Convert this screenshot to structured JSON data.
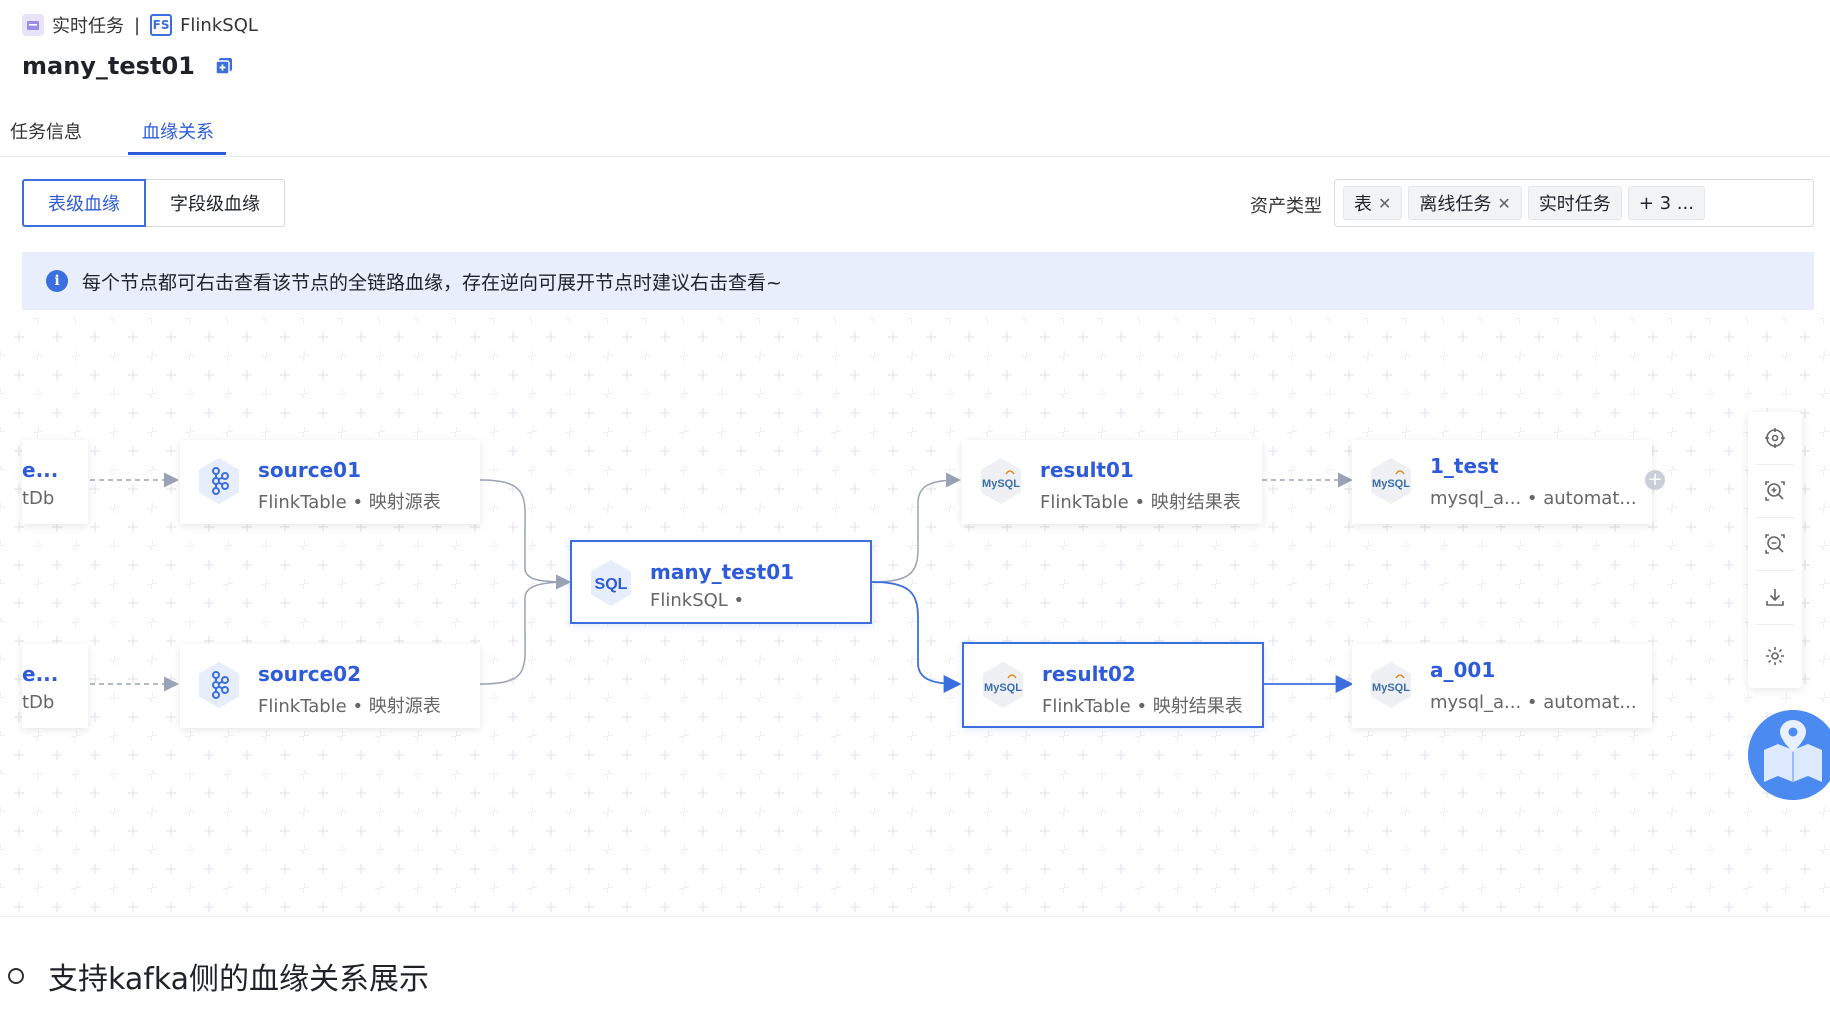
{
  "breadcrumb": {
    "task_type": "实时任务",
    "separator": "|",
    "fs_badge": "FS",
    "engine": "FlinkSQL"
  },
  "title": "many_test01",
  "tabs": [
    {
      "label": "任务信息",
      "active": false
    },
    {
      "label": "血缘关系",
      "active": true
    }
  ],
  "lineage_mode": {
    "table_level": "表级血缘",
    "field_level": "字段级血缘"
  },
  "asset_filter": {
    "label": "资产类型",
    "tags": [
      "表",
      "离线任务",
      "实时任务"
    ],
    "more": "+ 3 ..."
  },
  "banner": {
    "icon": "i",
    "text": "每个节点都可右击查看该节点的全链路血缘，存在逆向可展开节点时建议右击查看~"
  },
  "nodes": {
    "left_stub_1": {
      "name": "e...",
      "sub": "tDb"
    },
    "left_stub_2": {
      "name": "e...",
      "sub": "tDb"
    },
    "source01": {
      "name": "source01",
      "sub": "FlinkTable • 映射源表",
      "icon": "kafka-icon"
    },
    "source02": {
      "name": "source02",
      "sub": "FlinkTable • 映射源表",
      "icon": "kafka-icon"
    },
    "task": {
      "name": "many_test01",
      "sub": "FlinkSQL •",
      "badge": "SQL"
    },
    "result01": {
      "name": "result01",
      "sub": "FlinkTable • 映射结果表",
      "icon": "mysql-icon",
      "badge": "MySQL"
    },
    "result02": {
      "name": "result02",
      "sub": "FlinkTable • 映射结果表",
      "icon": "mysql-icon",
      "badge": "MySQL"
    },
    "test1": {
      "name": "1_test",
      "sub": "mysql_a... • automat...",
      "icon": "mysql-icon",
      "badge": "MySQL"
    },
    "a001": {
      "name": "a_001",
      "sub": "mysql_a... • automat...",
      "icon": "mysql-icon",
      "badge": "MySQL"
    }
  },
  "toolbar": [
    "locate-icon",
    "zoom-in-icon",
    "zoom-out-icon",
    "download-icon",
    "settings-icon"
  ],
  "colors": {
    "primary": "#2e5bd9",
    "banner_bg": "#e8eefc",
    "edge": "#9aa3b5",
    "edge_active": "#3b6fe0"
  },
  "doc": {
    "bullet_text": "支持kafka侧的血缘关系展示"
  }
}
